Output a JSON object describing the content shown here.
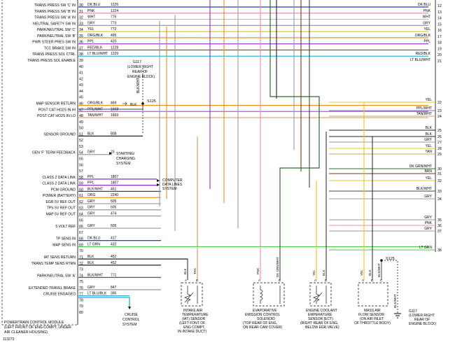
{
  "pcm_label_lines": [
    "POWERTRAIN CONTROL MODULE",
    "(LEFT FRONT OF ENG COMPT, UNDER",
    "AIR CLEANER HOUSING)"
  ],
  "figure_id": "113273",
  "left_rows": [
    {
      "pin": "30",
      "func": "TRANS PRESS SW 'C' IN",
      "color_label": "DK BLU",
      "circuit": "1226",
      "color": "#1f3fbf",
      "end_pin": "12"
    },
    {
      "pin": "31",
      "func": "TRANS PRESS SW 'B' IN",
      "color_label": "PNK",
      "circuit": "1224",
      "color": "#f28fb6",
      "end_pin": "13"
    },
    {
      "pin": "32",
      "func": "TRANS PRESS SW 'A' IN",
      "color_label": "WHT",
      "circuit": "776",
      "color": "#bdbdbd",
      "end_pin": "14"
    },
    {
      "pin": "33",
      "func": "NEUTRAL SAFETY SW IN",
      "color_label": "GRY",
      "circuit": "773",
      "color": "#9a9a9a",
      "end_pin": "15"
    },
    {
      "pin": "34",
      "func": "PARK/NEUTRAL SW 'C'",
      "color_label": "YEL",
      "circuit": "772",
      "color": "#e3cf1e",
      "end_pin": "16"
    },
    {
      "pin": "35",
      "func": "PARK/NEUTRAL SW 'B'",
      "color_label": "ORG/BLK",
      "circuit": "495",
      "color": "#e8901c",
      "end_pin": "17"
    },
    {
      "pin": "36",
      "func": "PWR STEER PRES SW IN",
      "color_label": "PPL",
      "circuit": "420",
      "color": "#8b2fc9",
      "end_pin": "18"
    },
    {
      "pin": "37",
      "func": "TCC BRAKE SW IN",
      "color_label": "RED/BLK",
      "circuit": "1228",
      "color": "#d62828",
      "end_pin": "20"
    },
    {
      "pin": "38",
      "func": "TRANS PRESS SOL CTRL",
      "color_label": "LT BLU/WHT",
      "circuit": "1229",
      "color": "#34b7d8",
      "end_pin": "21"
    },
    {
      "pin": "39",
      "func": "TRANS PRESS SOL ENABLE",
      "color_label": "",
      "circuit": "",
      "color": "",
      "end_pin": ""
    },
    {
      "pin": "40",
      "func": "",
      "color_label": "",
      "circuit": "",
      "color": "",
      "end_pin": ""
    },
    {
      "pin": "41",
      "func": "",
      "color_label": "",
      "circuit": "",
      "color": "",
      "end_pin": ""
    },
    {
      "pin": "42",
      "func": "",
      "color_label": "",
      "circuit": "",
      "color": "",
      "end_pin": ""
    },
    {
      "pin": "43",
      "func": "",
      "color_label": "",
      "circuit": "",
      "color": "",
      "end_pin": ""
    },
    {
      "pin": "44",
      "func": "",
      "color_label": "",
      "circuit": "",
      "color": "",
      "end_pin": ""
    },
    {
      "pin": "45",
      "func": "",
      "color_label": "",
      "circuit": "",
      "color": "",
      "end_pin": ""
    },
    {
      "pin": "46",
      "func": "MAP SENSOR RETURN",
      "color_label": "ORG/BLK",
      "circuit": "469",
      "color": "#e8901c",
      "end_pin": ""
    },
    {
      "pin": "47",
      "func": "POST CAT HO2S IN HI",
      "color_label": "PPL/WHT",
      "circuit": "1668",
      "color": "#a45fd6",
      "end_pin": ""
    },
    {
      "pin": "48",
      "func": "POST CAT HO2S IN LO",
      "color_label": "TAN/WHT",
      "circuit": "1669",
      "color": "#c9a36a",
      "end_pin": ""
    },
    {
      "pin": "49",
      "func": "",
      "color_label": "",
      "circuit": "",
      "color": "",
      "end_pin": ""
    },
    {
      "pin": "50",
      "func": "",
      "color_label": "",
      "circuit": "",
      "color": "",
      "end_pin": ""
    },
    {
      "pin": "51",
      "func": "SENSOR GROUND",
      "color_label": "BLK",
      "circuit": "808",
      "color": "#222222",
      "end_pin": ""
    },
    {
      "pin": "52",
      "func": "",
      "color_label": "",
      "circuit": "",
      "color": "",
      "end_pin": ""
    },
    {
      "pin": "53",
      "func": "",
      "color_label": "",
      "circuit": "",
      "color": "",
      "end_pin": ""
    },
    {
      "pin": "54",
      "func": "GEN 'F' TERM FEEDBACK",
      "color_label": "GRY",
      "circuit": "23",
      "color": "#9a9a9a",
      "end_pin": ""
    },
    {
      "pin": "55",
      "func": "",
      "color_label": "",
      "circuit": "",
      "color": "",
      "end_pin": ""
    },
    {
      "pin": "56",
      "func": "",
      "color_label": "",
      "circuit": "",
      "color": "",
      "end_pin": ""
    },
    {
      "pin": "57",
      "func": "",
      "color_label": "",
      "circuit": "",
      "color": "",
      "end_pin": ""
    },
    {
      "pin": "58",
      "func": "CLASS 2 DATA LINK",
      "color_label": "PPL",
      "circuit": "1807",
      "color": "#8b2fc9",
      "end_pin": ""
    },
    {
      "pin": "59",
      "func": "CLASS 2 DATA LINK",
      "color_label": "PPL",
      "circuit": "1807",
      "color": "#8b2fc9",
      "end_pin": ""
    },
    {
      "pin": "60",
      "func": "PCM GROUND",
      "color_label": "BLK/WHT",
      "circuit": "451",
      "color": "#444444",
      "end_pin": ""
    },
    {
      "pin": "61",
      "func": "POWER (BATTERY)",
      "color_label": "ORG",
      "circuit": "2240",
      "color": "#f07f13",
      "end_pin": ""
    },
    {
      "pin": "62",
      "func": "EGR 5V REF OUT",
      "color_label": "GRY",
      "circuit": "605",
      "color": "#9a9a9a",
      "end_pin": ""
    },
    {
      "pin": "63",
      "func": "TPS 5V REF OUT",
      "color_label": "GRY",
      "circuit": "605",
      "color": "#9a9a9a",
      "end_pin": ""
    },
    {
      "pin": "64",
      "func": "MAP 5V REF OUT",
      "color_label": "GRY",
      "circuit": "474",
      "color": "#9a9a9a",
      "end_pin": ""
    },
    {
      "pin": "65",
      "func": "",
      "color_label": "",
      "circuit": "",
      "color": "",
      "end_pin": ""
    },
    {
      "pin": "66",
      "func": "5 VOLT REF",
      "color_label": "GRY",
      "circuit": "605",
      "color": "#9a9a9a",
      "end_pin": ""
    },
    {
      "pin": "67",
      "func": "",
      "color_label": "",
      "circuit": "",
      "color": "",
      "end_pin": ""
    },
    {
      "pin": "68",
      "func": "TP SENS IN",
      "color_label": "DK BLU",
      "circuit": "417",
      "color": "#1f3fbf",
      "end_pin": ""
    },
    {
      "pin": "69",
      "func": "MAP SENS IN",
      "color_label": "LT GRN",
      "circuit": "432",
      "color": "#49c94a",
      "end_pin": "38"
    },
    {
      "pin": "70",
      "func": "",
      "color_label": "",
      "circuit": "",
      "color": "",
      "end_pin": ""
    },
    {
      "pin": "71",
      "func": "IAT SENS RETURN",
      "color_label": "BLK",
      "circuit": "452",
      "color": "#222222",
      "end_pin": ""
    },
    {
      "pin": "72",
      "func": "TRANS TEMP SENS RTRN",
      "color_label": "BLK",
      "circuit": "452",
      "color": "#222222",
      "end_pin": ""
    },
    {
      "pin": "73",
      "func": "",
      "color_label": "",
      "circuit": "",
      "color": "",
      "end_pin": ""
    },
    {
      "pin": "74",
      "func": "PARK/NEUTRAL SW 'A'",
      "color_label": "BLK/WHT",
      "circuit": "771",
      "color": "#444444",
      "end_pin": ""
    },
    {
      "pin": "75",
      "func": "",
      "color_label": "",
      "circuit": "",
      "color": "",
      "end_pin": ""
    },
    {
      "pin": "76",
      "func": "EXTENDED TRAVEL BRAKE",
      "color_label": "GRY",
      "circuit": "847",
      "color": "#9a9a9a",
      "end_pin": ""
    },
    {
      "pin": "77",
      "func": "CRUISE ENGAGED",
      "color_label": "LT BLU/BLK",
      "circuit": "395",
      "color": "#2fa6c9",
      "end_pin": ""
    },
    {
      "pin": "78",
      "func": "",
      "color_label": "",
      "circuit": "",
      "color": "",
      "end_pin": ""
    },
    {
      "pin": "79",
      "func": "",
      "color_label": "",
      "circuit": "",
      "color": "",
      "end_pin": ""
    },
    {
      "pin": "80",
      "func": "",
      "color_label": "",
      "circuit": "",
      "color": "",
      "end_pin": ""
    }
  ],
  "top_right_labels": [
    {
      "text": "DK BLU",
      "pin": "12"
    },
    {
      "text": "PNK",
      "pin": "13"
    },
    {
      "text": "WHT",
      "pin": "14"
    },
    {
      "text": "GRY",
      "pin": "15"
    },
    {
      "text": "YEL",
      "pin": "16"
    },
    {
      "text": "ORG/BLK",
      "pin": "17"
    },
    {
      "text": "PPL",
      "pin": "18"
    },
    {
      "text": "",
      "pin": "19"
    },
    {
      "text": "RED/BLK",
      "pin": "20"
    },
    {
      "text": "LT BLU/WHT",
      "pin": "21"
    }
  ],
  "right_labels": [
    {
      "text": "YEL",
      "pin": "22"
    },
    {
      "text": "PPL/WHT",
      "pin": "23"
    },
    {
      "text": "TAN/WHT",
      "pin": "24"
    },
    {
      "text": "BLK",
      "pin": "25"
    },
    {
      "text": "BLK",
      "pin": "26"
    },
    {
      "text": "GRY",
      "pin": "27"
    },
    {
      "text": "YEL",
      "pin": "28"
    },
    {
      "text": "TAN",
      "pin": "29"
    },
    {
      "text": "DK GRN/WHT",
      "pin": "30"
    },
    {
      "text": "BRN",
      "pin": "31"
    },
    {
      "text": "YEL",
      "pin": "32"
    },
    {
      "text": "BLK/WHT",
      "pin": "33"
    },
    {
      "text": "GRY",
      "pin": "34"
    },
    {
      "text": "GRY",
      "pin": "35"
    },
    {
      "text": "PNK",
      "pin": "36"
    },
    {
      "text": "GRY",
      "pin": "37"
    },
    {
      "text": "LT GRN",
      "pin": "38"
    }
  ],
  "g117_top": [
    "G117",
    "(LOWER RIGHT",
    "REAR OF",
    "ENGINE BLOCK)"
  ],
  "blk_wht_vert": "BLK/WHT",
  "s125_top": "S125",
  "blk_label": "BLK",
  "starting_charging": [
    "STARTING/",
    "CHARGING",
    "SYSTEM"
  ],
  "computer_data_lines": [
    "COMPUTER",
    "DATA LINES",
    "SYSTEM"
  ],
  "cruise_control": [
    "CRUISE",
    "CONTROL",
    "SYSTEM"
  ],
  "iat_sensor": {
    "lines": [
      "INTAKE AIR",
      "TEMPERATURE",
      "(IAT) SENSOR",
      "(LEFT FONT OF",
      "ENG COMPT,",
      "IN INTAKE DUCT)"
    ],
    "pins": [
      "A",
      "B"
    ],
    "wires": [
      "BLK",
      "TAN"
    ]
  },
  "evap_solenoid": {
    "lines": [
      "EVAPORATIVE",
      "EMISSION CONTROL",
      "SOLENOID",
      "(TOP REAR OF ENG,",
      "ON REAR CAM COVER)"
    ],
    "pins": [
      "A",
      "B"
    ],
    "wires": [
      "PNK",
      "DK GRN/WHT"
    ]
  },
  "ect_sensor": {
    "lines": [
      "ENGINE COOLANT",
      "EMPERATURE",
      "SENSOR (ECT)",
      "(RIGHT REAR OF ENG,",
      "BELOW EGR VALVE)"
    ],
    "pins": [
      "A",
      "B"
    ],
    "wires": [
      "YEL",
      "BLK"
    ]
  },
  "maf_sensor": {
    "lines": [
      "MASS AIR",
      "FLOW SENSOR",
      "(ON AIR INLET",
      "OF THROTTLE BODY)"
    ],
    "pins": [
      "A",
      "B",
      "C"
    ],
    "wires": [
      "YEL",
      "BLK",
      "BLK/WHT"
    ]
  },
  "s125_bottom": "S125",
  "g117_bottom": [
    "G117",
    "(LOWER RIGHT",
    "REAR OF",
    "ENGINE BLOCK)"
  ]
}
